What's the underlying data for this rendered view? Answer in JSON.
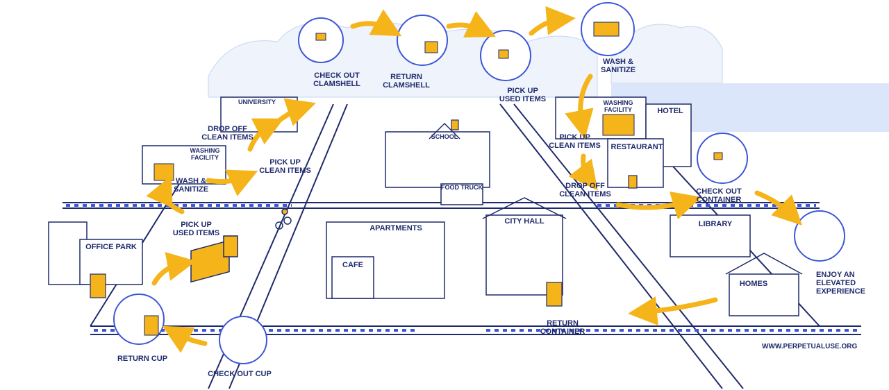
{
  "colors": {
    "navy": "#1f2a6b",
    "blue": "#3d57d6",
    "lightblue": "#bcd0f5",
    "yellow": "#f4b41a",
    "sky": "#e4ecfb"
  },
  "steps": [
    {
      "id": "check-out-clamshell",
      "text": "CHECK OUT\nCLAMSHELL"
    },
    {
      "id": "return-clamshell",
      "text": "RETURN\nCLAMSHELL"
    },
    {
      "id": "pick-up-used-items-top",
      "text": "PICK UP\nUSED ITEMS"
    },
    {
      "id": "wash-sanitize-top",
      "text": "WASH &\nSANITIZE"
    },
    {
      "id": "pick-up-clean-items-right",
      "text": "PICK UP\nCLEAN ITEMS"
    },
    {
      "id": "drop-off-clean-items-right",
      "text": "DROP OFF\nCLEAN ITEMS"
    },
    {
      "id": "check-out-container",
      "text": "CHECK OUT\nCONTAINER"
    },
    {
      "id": "enjoy-experience",
      "text": "ENJOY AN\nELEVATED\nEXPERIENCE"
    },
    {
      "id": "return-container",
      "text": "RETURN\nCONTAINER"
    },
    {
      "id": "check-out-cup",
      "text": "CHECK OUT CUP"
    },
    {
      "id": "return-cup",
      "text": "RETURN CUP"
    },
    {
      "id": "pick-up-used-items-left",
      "text": "PICK UP\nUSED ITEMS"
    },
    {
      "id": "wash-sanitize-left",
      "text": "WASH &\nSANITIZE"
    },
    {
      "id": "pick-up-clean-items-left",
      "text": "PICK UP\nCLEAN ITEMS"
    },
    {
      "id": "drop-off-clean-items-left",
      "text": "DROP OFF\nCLEAN ITEMS"
    }
  ],
  "buildings": {
    "university": "UNIVERSITY",
    "washing_facility_left": "WASHING\nFACILITY",
    "washing_facility_right": "WASHING\nFACILITY",
    "school": "SCHOOL",
    "food_truck": "FOOD TRUCK",
    "hotel": "HOTEL",
    "restaurant": "RESTAURANT",
    "office_park": "OFFICE PARK",
    "apartments": "APARTMENTS",
    "cafe": "CAFE",
    "city_hall": "CITY HALL",
    "library": "LIBRARY",
    "homes": "HOMES"
  },
  "website": "WWW.PERPETUALUSE.ORG"
}
